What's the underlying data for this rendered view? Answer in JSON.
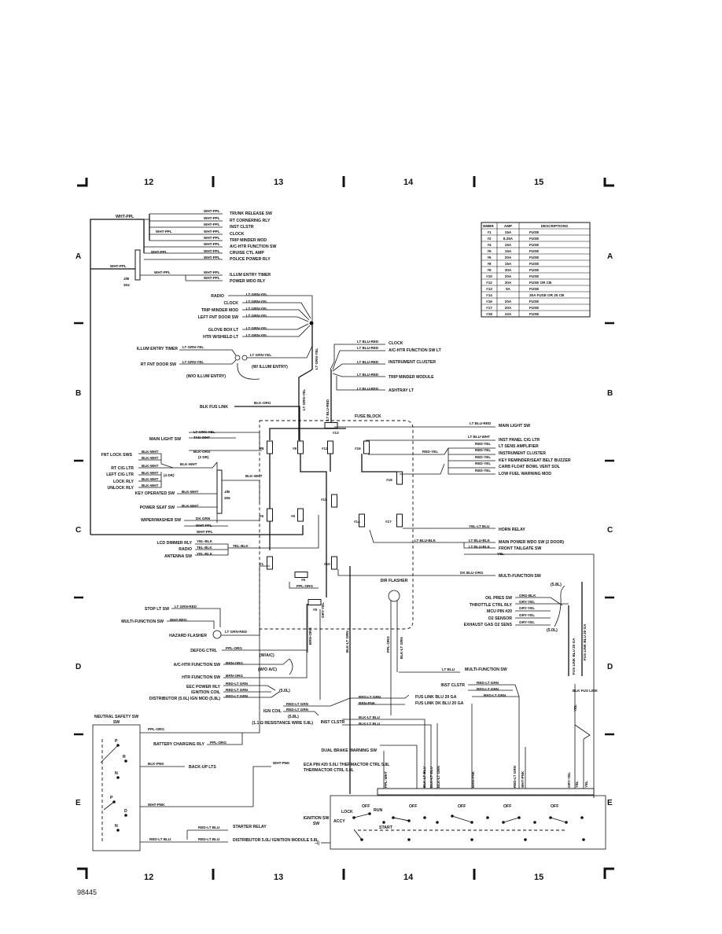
{
  "grid": {
    "columns": [
      "12",
      "13",
      "14",
      "15"
    ],
    "rows": [
      "A",
      "B",
      "C",
      "D",
      "E"
    ],
    "figure_number": "98445"
  },
  "fuse_table": {
    "headers": [
      "NMBR",
      "AMP",
      "DESCRIPTIONS"
    ],
    "rows": [
      [
        "#1",
        "15A",
        "FUSE"
      ],
      [
        "#2",
        "8.25A",
        "FUSE"
      ],
      [
        "#4",
        "15A",
        "FUSE"
      ],
      [
        "#5",
        "15A",
        "FUSE"
      ],
      [
        "#6",
        "20A",
        "FUSE"
      ],
      [
        "#8",
        "15A",
        "FUSE"
      ],
      [
        "#9",
        "30A",
        "FUSE"
      ],
      [
        "#10",
        "20A",
        "FUSE"
      ],
      [
        "#12",
        "30A",
        "FUSE OR CB"
      ],
      [
        "#13",
        "5A",
        "FUSE"
      ],
      [
        "#14",
        "",
        "25A FUSE OR 20 CB"
      ],
      [
        "#16",
        "20A",
        "FUSE"
      ],
      [
        "#17",
        "20A",
        "FUSE"
      ],
      [
        "#18",
        "10A",
        "FUSE"
      ]
    ]
  },
  "top_left": {
    "wht_ppl": "WHT-PPL",
    "splice": "J/B",
    "splice_num": "304",
    "loads": [
      "TRUNK RELEASE SW",
      "RT CORNERING RLY",
      "INST CLSTR",
      "CLOCK",
      "TRIP MINDER MOD",
      "A/C-HTR FUNCTION SW",
      "CRUISE CTL AMP",
      "POLICE POWER RLY",
      "ILLUM ENTRY TIMER",
      "POWER WDO RLY"
    ]
  },
  "lt_grn_yel_group": {
    "wire": "LT GRN-YEL",
    "loads": [
      "RADIO",
      "CLOCK",
      "TRIP MINDER MOD",
      "LEFT FNT DOOR SW",
      "GLOVE BOX LT",
      "HTR W/SHIELD LT"
    ],
    "illum_entry_timer": "ILLUM ENTRY TIMER",
    "rt_fnt_door_sw": "RT FNT DOOR SW",
    "with_illum": "(W/ ILLUM ENTRY)",
    "without_illum": "(W/O ILLUM ENTRY)"
  },
  "lt_blu_red_group": {
    "wire": "LT BLU-RED",
    "loads": [
      "CLOCK",
      "A/C-HTR FUNCTION SW LT",
      "INSTRUMENT CLUSTER",
      "TRIP MINDER MODULE",
      "ASHTRAY LT"
    ]
  },
  "fuse_block": {
    "title": "FUSE BLOCK",
    "blk_fus_link": "BLK FUS LINK",
    "blk_org": "BLK-ORG",
    "fuses": [
      "#1",
      "#2",
      "#4",
      "#5",
      "#6",
      "#8",
      "#9",
      "#10",
      "#11",
      "#12",
      "#13",
      "#14",
      "#16",
      "#17",
      "#18"
    ]
  },
  "left_loads": [
    "MAIN LIGHT SW",
    "FNT LOCK SWS",
    "RT CIG LTR",
    "LEFT CIG LTR",
    "LOCK RLY",
    "UNLOCK RLY",
    "KEY OPERATED SW",
    "POWER SEAT SW",
    "WIPER/WASHER SW",
    "LCD DIMMER RLY",
    "RADIO",
    "ANTENNA SW"
  ],
  "left_wires": [
    "LT GRN-YEL",
    "TAN-WHT",
    "BLK-ORG",
    "BLK-WHT",
    "DK GRN",
    "WHT-PPL",
    "YEL-BLK",
    "TEL-BLK",
    "(2 DR)",
    "(4 DR)",
    "J/B",
    "305"
  ],
  "right_loads": [
    "MAIN LIGHT SW",
    "INST PANEL CIG LTR",
    "LT SENS AMPLIFIER",
    "INSTRUMENT CLUSTER",
    "KEY REMINDER/SEAT BELT BUZZER",
    "CARB FLOAT BOWL VENT SOL",
    "LOW FUEL WARNING MOD",
    "HORN RELAY",
    "MAIN POWER WDO SW (2 DOOR)",
    "FRONT TAILGATE SW",
    "MULTI-FUNCTION SW"
  ],
  "right_wires": [
    "LT BLU-RED",
    "LT BLU-WHT",
    "RED-YEL",
    "YEL-LT BLU",
    "LT BLU-BLK",
    "DK BLU-ORG",
    "YEL"
  ],
  "sensors": {
    "items": [
      "OIL PRES SW",
      "THROTTLE CTRL RLY",
      "MCU PIN #20",
      "O2 SENSOR",
      "EXHAUST GAS O2 SENS"
    ],
    "wires": [
      "ORG-BLK",
      "GRY-YEL",
      "GRY-YEL",
      "GRY-YEL",
      "GRY-YEL"
    ],
    "engine_a": "(5.8L)",
    "engine_b": "(5.0L)"
  },
  "middle": {
    "stop_lt_sw": "STOP LT SW",
    "multi_function_sw": "MULTI-FUNCTION SW",
    "hazard_flasher": "HAZARD FLASHER",
    "defog_ctrl": "DEFOG CTRL",
    "ac_htr_function_sw": "A/C-HTR FUNCTION SW",
    "htr_function_sw": "HTR FUNCTION SW",
    "eec_power_rly": "EEC POWER RLY",
    "ignition_coil": "IGNITION COIL",
    "distributor": "DISTRIBUTOR (5.0L) IGN MOD (5.8L)",
    "ign_coil": "IGN COIL",
    "resistance_wire": "(1.1 Ω RESISTANCE WIRE 5.8L)",
    "inst_clstr": "INST CLSTR",
    "dual_brake": "DUAL BRAKE WARNING SW",
    "with_ac": "(W/A/C)",
    "without_ac": "(W/O A/C)",
    "dir_flasher": "DIR FLASHER",
    "fus_link_blu": "FUS LINK BLU 20 GA",
    "fus_link_dk_blu": "FUS LINK DK BLU 20 GA",
    "multi_function": "MULTI-FUNCTION SW",
    "wires": [
      "LT GRN-RED",
      "WHT-RED",
      "LT GRN-RED",
      "PPL-ORG",
      "BRN-ORG",
      "BRN-ORG",
      "RED-LT GRN",
      "RED-LT GRN",
      "RED-LT GRN",
      "RED-LT GRN",
      "RED-LT GRN",
      "RED-LT GRN",
      "BRN-PNK",
      "BLK-LT BLU",
      "BLK-LT BLU",
      "LT BLU",
      "GRY-YEL",
      "BLK-LT GRN",
      "PPL-ORG"
    ]
  },
  "bottom": {
    "neutral_safety_sw": "NEUTRAL SAFETY SW",
    "battery_charging_rly": "BATTERY CHARGING RLY",
    "backup_lts": "BACK-UP LTS",
    "eca_pin": "ECA PIN #20 5.0L/ THERMACTOR CTRL 5.8L",
    "starter_relay": "STARTER RELAY",
    "distributor_ign": "DISTRIBUTOR 5.0L/ IGNITION MODULE 5.8L",
    "ignition_sw": "IGNITION SW",
    "positions": [
      "LOCK",
      "OFF",
      "RUN",
      "OFF",
      "OFF",
      "OFF",
      "OFF",
      "ACCY",
      "START"
    ],
    "neutral_positions": [
      "P",
      "R",
      "N",
      "D",
      "P",
      "N"
    ],
    "wires": [
      "PPL-ORG",
      "BLK-PNK",
      "WHT-PNK",
      "WHT-PNK",
      "RED-LT BLU",
      "RED-LT BLU",
      "PPL-WHT",
      "BLK-LT BLU",
      "BLK-LT BLU",
      "BLK-LT GRN",
      "BRN-PNK",
      "RED-LT GRN",
      "WHT-PNK",
      "GRY-YEL",
      "YEL",
      "YEL",
      "BLK FUS LINK",
      "YEL"
    ]
  }
}
